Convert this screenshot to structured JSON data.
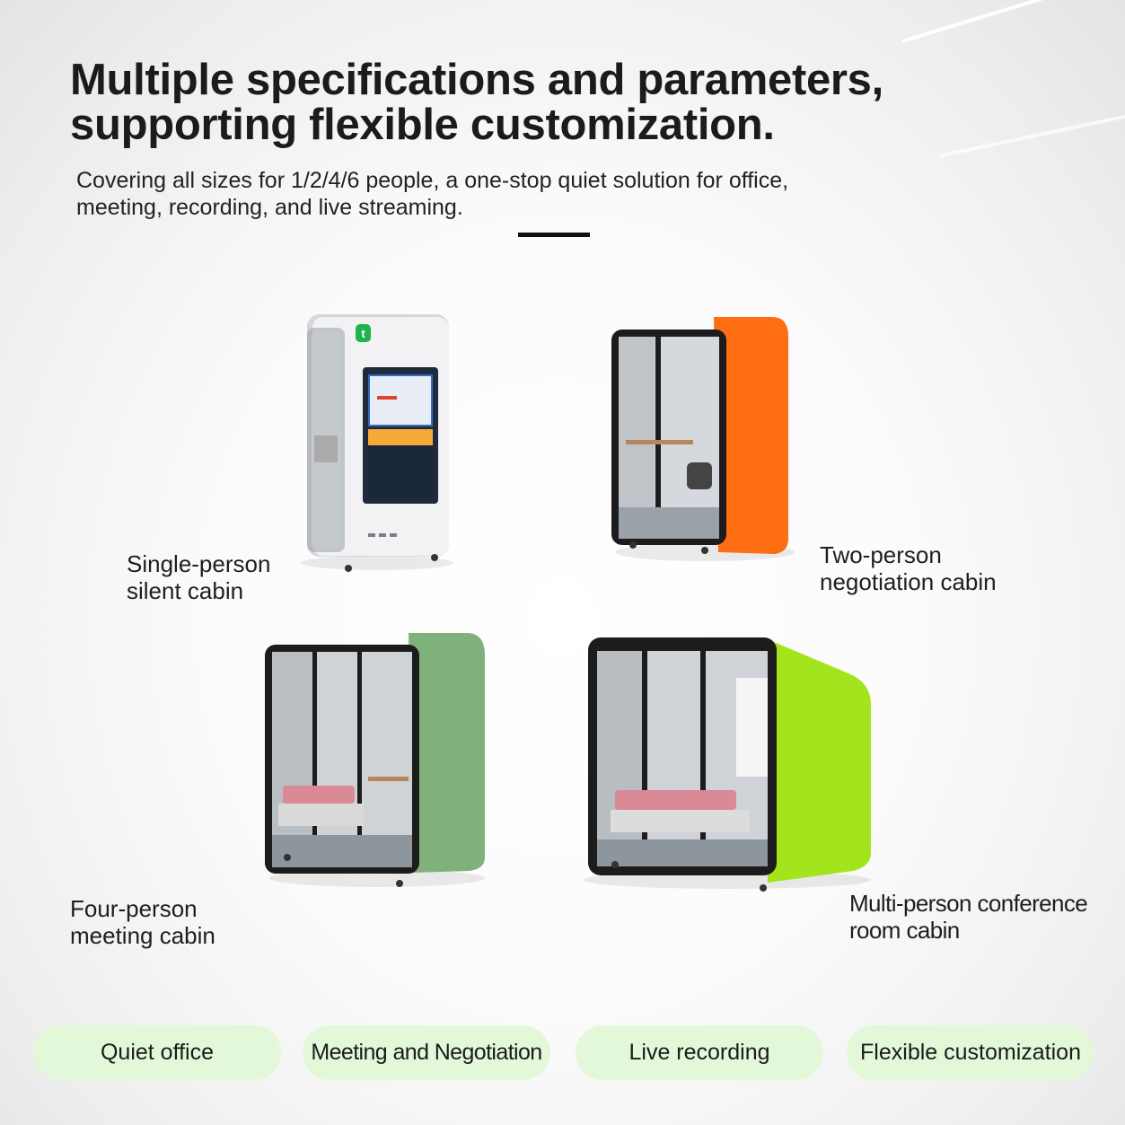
{
  "header": {
    "title_line1": "Multiple specifications and parameters,",
    "title_line2": "supporting flexible customization.",
    "subtitle_line1": "Covering all sizes for 1/2/4/6 people, a one-stop quiet solution for office,",
    "subtitle_line2": "meeting, recording, and live streaming."
  },
  "products": [
    {
      "label_line1": "Single-person",
      "label_line2": "silent cabin",
      "color": "#e6e6e8"
    },
    {
      "label_line1": "Two-person",
      "label_line2": "negotiation cabin",
      "color": "#ff6d12"
    },
    {
      "label_line1": "Four-person",
      "label_line2": "meeting cabin",
      "color": "#7fb17a"
    },
    {
      "label_line1": "Multi-person conference",
      "label_line2": "room cabin",
      "color": "#a3e41c"
    }
  ],
  "tags": [
    "Quiet office",
    "Meeting and Negotiation",
    "Live recording",
    "Flexible customization"
  ],
  "colors": {
    "pill_bg": "#e2f8d8",
    "text": "#1b1b1b",
    "logo_green": "#1db34d"
  }
}
